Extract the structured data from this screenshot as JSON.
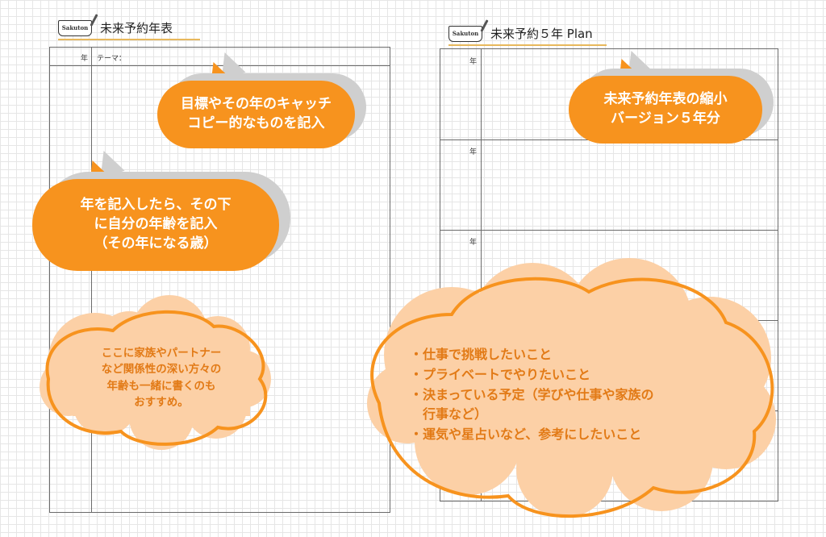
{
  "left": {
    "logo_text": "Sakuton",
    "title": "未来予約年表",
    "year_label": "年",
    "theme_label": "テーマ：",
    "bubble_top": [
      "目標やその年のキャッチ",
      "コピー的なものを記入"
    ],
    "bubble_mid": [
      "年を記入したら、その下",
      "に自分の年齢を記入",
      "（その年になる歳）"
    ],
    "cloud": [
      "ここに家族やパートナー",
      "など関係性の深い方々の",
      "年齢も一緒に書くのも",
      "おすすめ。"
    ]
  },
  "right": {
    "logo_text": "Sakuton",
    "title": "未来予約５年 Plan",
    "year_labels": [
      "年",
      "年",
      "年"
    ],
    "bubble": [
      "未来予約年表の縮小",
      "バージョン５年分"
    ],
    "cloud": [
      "・仕事で挑戦したいこと",
      "・プライベートでやりたいこと",
      "・決まっている予定（学びや仕事や家族の",
      "　行事など）",
      "・運気や星占いなど、参考にしたいこと"
    ]
  },
  "colors": {
    "accent": "#f7931e",
    "cloud_fill": "#fcd0a6",
    "cloud_text": "#e27a16",
    "shadow": "#cfcfcf"
  }
}
